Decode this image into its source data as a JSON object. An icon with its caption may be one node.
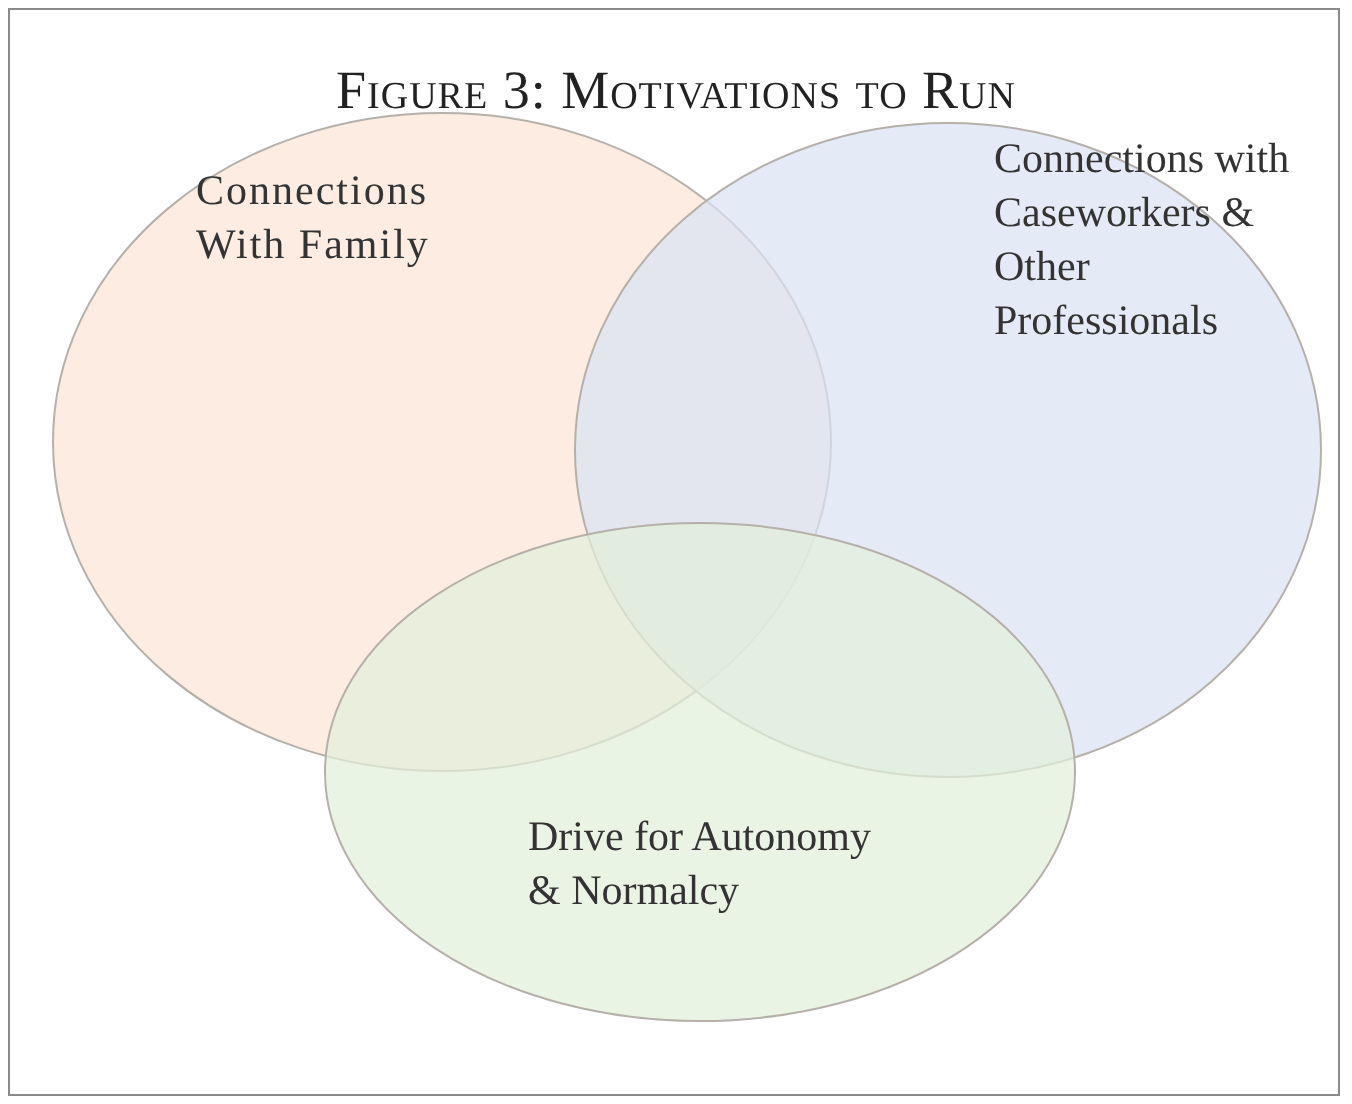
{
  "diagram": {
    "title": "Figure 3: Motivations to Run",
    "nodes": [
      {
        "text": [
          "Connections With Family"
        ]
      },
      {
        "text": [
          "Connections with Caseworkers & Other Professionals"
        ]
      },
      {
        "text": [
          "Drive for Autonomy & Normalcy"
        ]
      }
    ]
  }
}
